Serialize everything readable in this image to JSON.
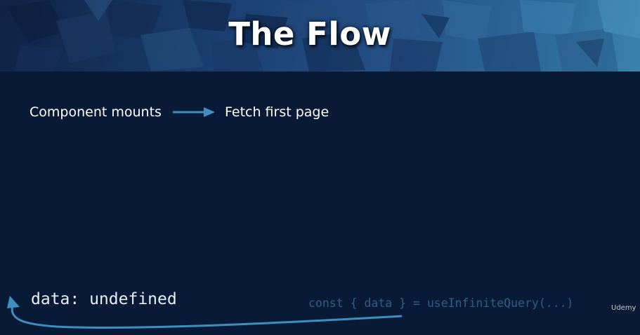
{
  "slide": {
    "title": "The Flow",
    "flow": {
      "start_label": "Component mounts",
      "end_label": "Fetch first page"
    },
    "code": {
      "data_state": "data: undefined",
      "query_call": "const { data } = useInfiniteQuery(...)"
    },
    "watermark": "Udemy"
  },
  "colors": {
    "background": "#081a36",
    "arrow": "#3e8fbf",
    "code_query": "#2f5f86",
    "title": "#ffffff"
  }
}
